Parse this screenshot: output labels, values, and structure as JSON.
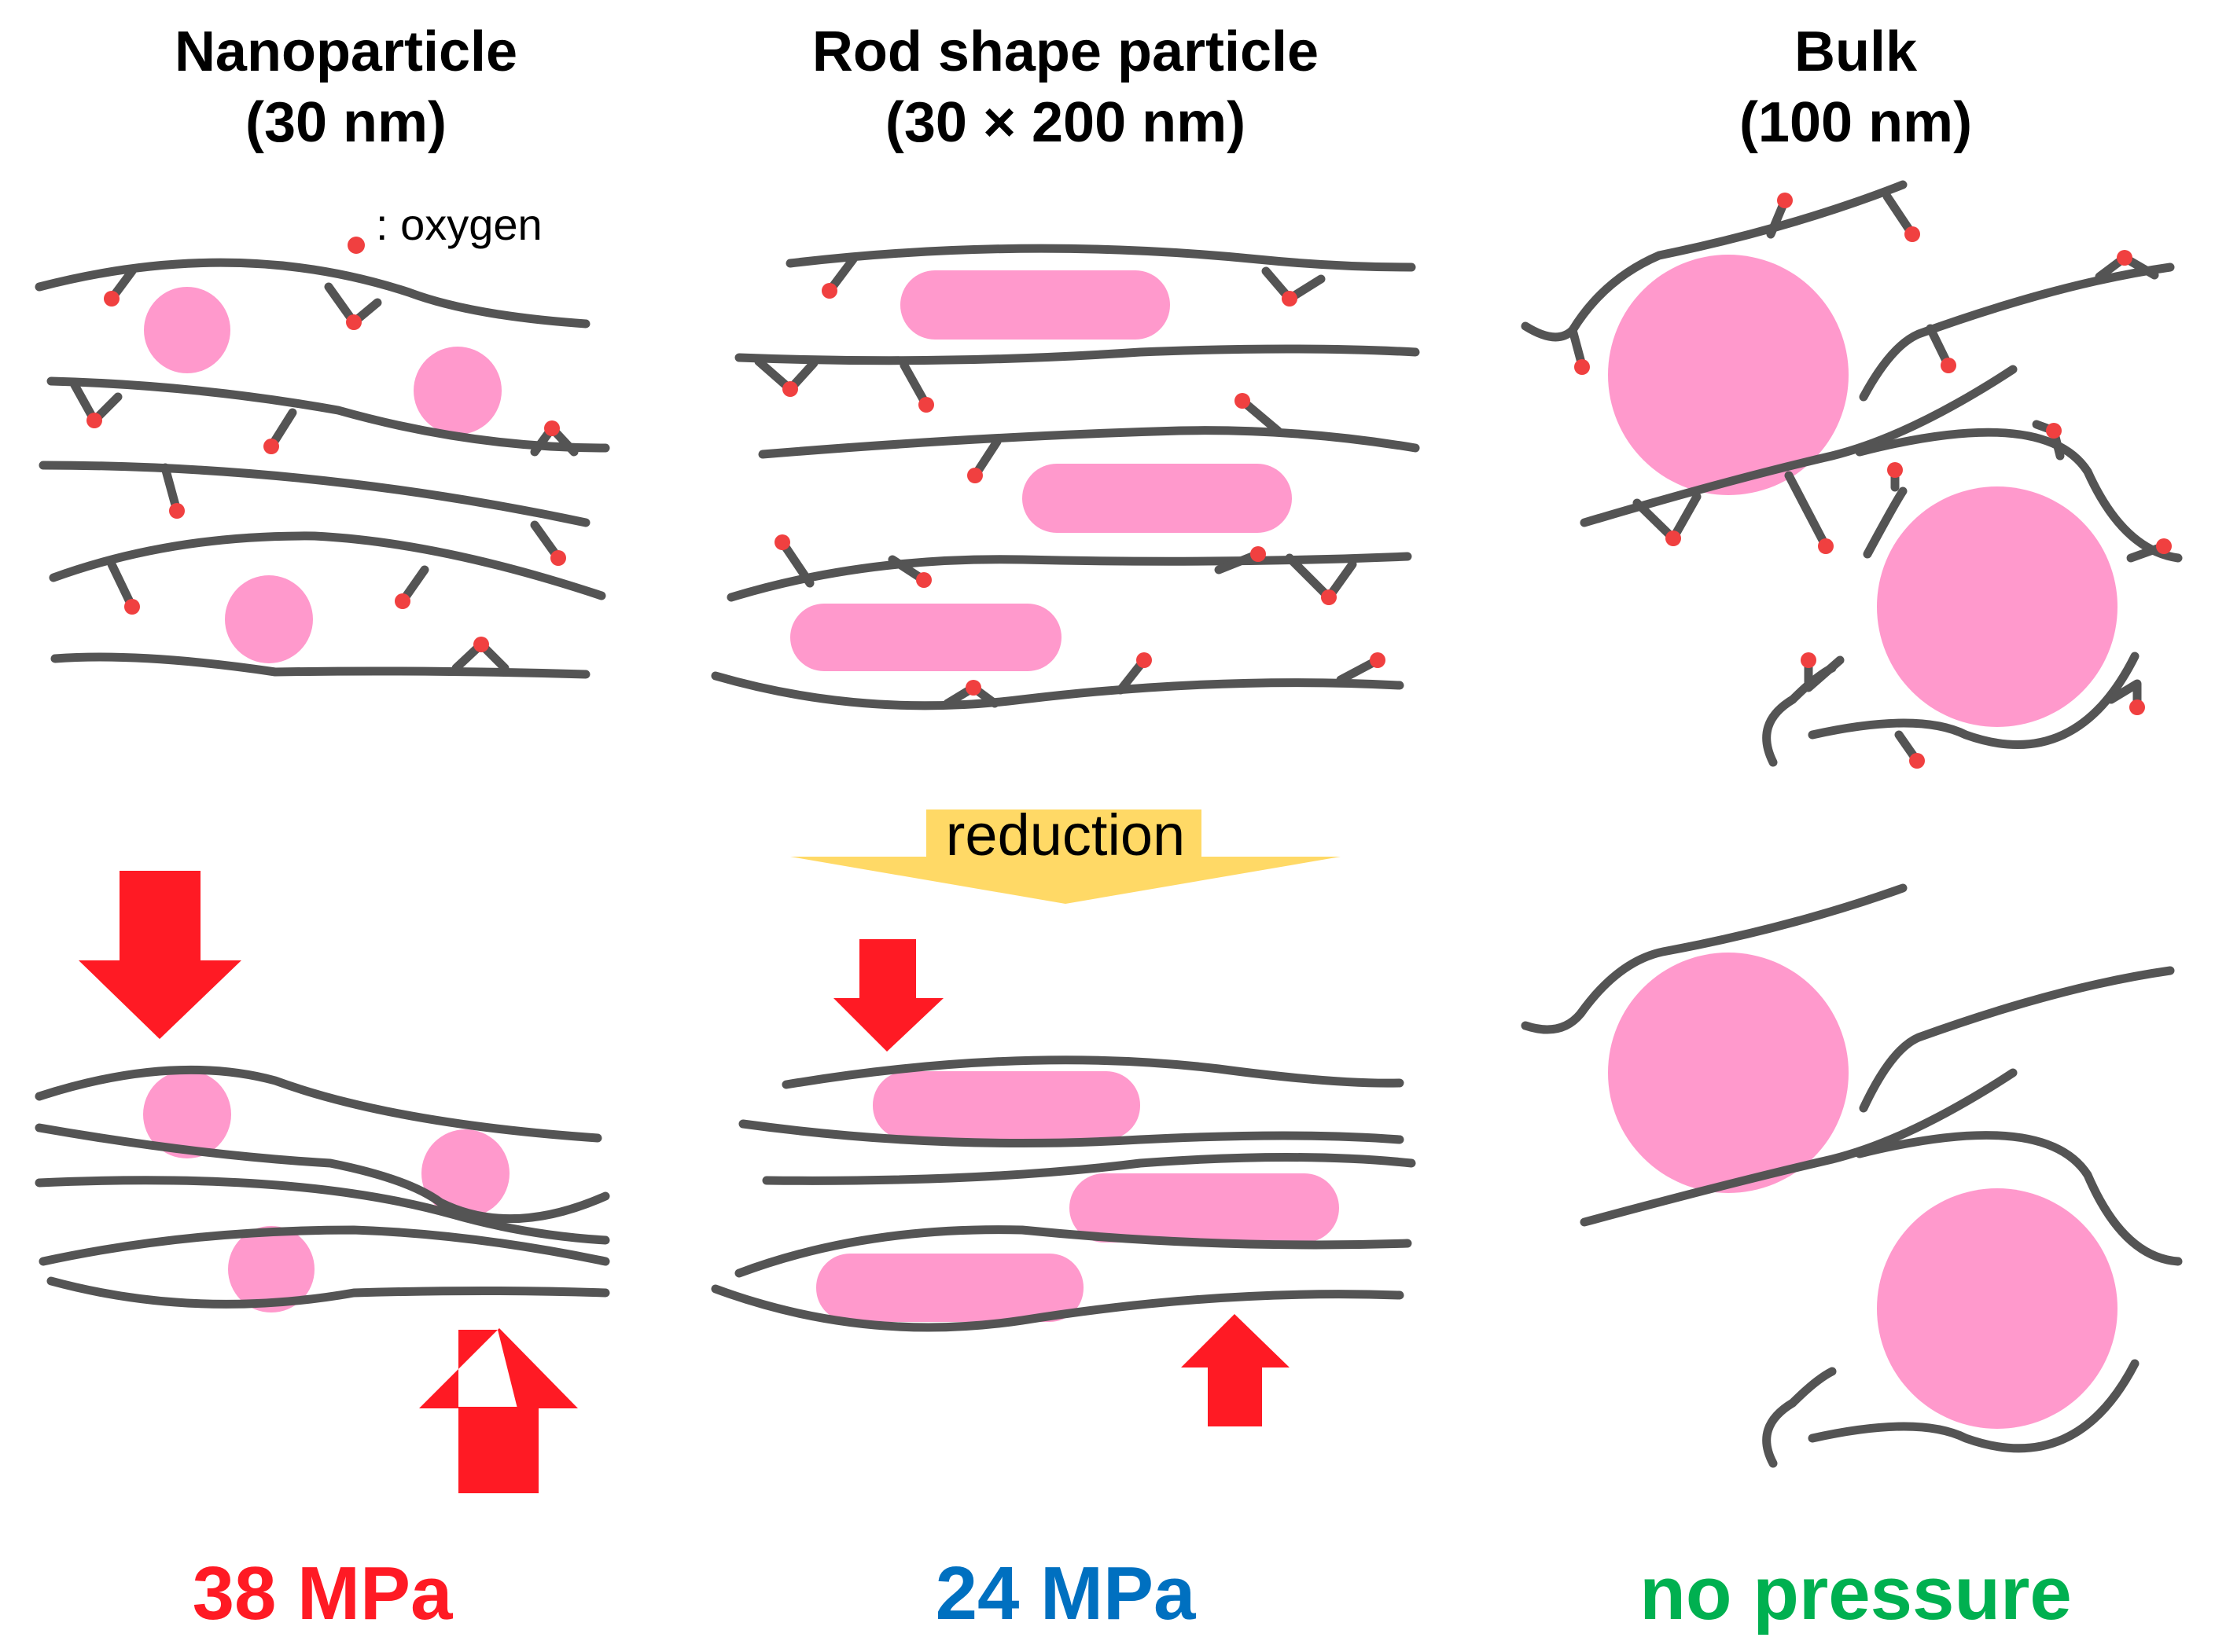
{
  "columns": [
    {
      "title_line1": "Nanoparticle",
      "title_line2": "(30 nm)",
      "pressure": "38 MPa"
    },
    {
      "title_line1": "Rod shape particle",
      "title_line2": "(30 × 200 nm)",
      "pressure": "24 MPa"
    },
    {
      "title_line1": "Bulk",
      "title_line2": "(100 nm)",
      "pressure": "no pressure"
    }
  ],
  "legend": {
    "marker": "•",
    "label": ": oxygen"
  },
  "reduction_label": "reduction",
  "colors": {
    "strand": "#545454",
    "particle": "#ff99cc",
    "oxygen": "#f04040",
    "pressure_arrow": "#ff1a24",
    "reduction_arrow": "#ffd966",
    "pressure_38": "#ff1a24",
    "pressure_24": "#0070c0",
    "pressure_none": "#00b050"
  }
}
